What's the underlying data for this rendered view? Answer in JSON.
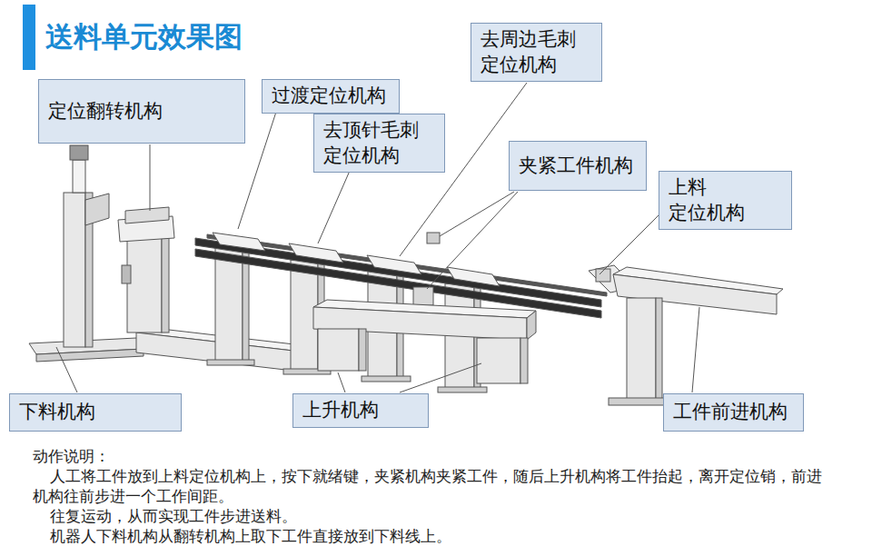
{
  "diagram": {
    "title": "送料单元效果图",
    "nodes": [
      {
        "text": [
          "定位翻转机构"
        ]
      },
      {
        "text": [
          "过渡定位机构"
        ]
      },
      {
        "text": [
          "去顶针毛刺 定位机构"
        ]
      },
      {
        "text": [
          "去周边毛刺 定位机构"
        ]
      },
      {
        "text": [
          "夹紧工件机构"
        ]
      },
      {
        "text": [
          "上料 定位机构"
        ]
      },
      {
        "text": [
          "下料机构"
        ]
      },
      {
        "text": [
          "上升机构"
        ]
      },
      {
        "text": [
          "工件前进机构"
        ]
      }
    ],
    "labels": [
      "动作说明：",
      "人工将工件放到上料定位机构上，按下就绪键，夹紧机构夹紧工件，随后上升机构将工件抬起，离开定位销，前进机构往前步进一个工作间距。",
      "往复运动，从而实现工件步进送料。",
      "机器人下料机构从翻转机构上取下工件直接放到下料线上。"
    ]
  }
}
